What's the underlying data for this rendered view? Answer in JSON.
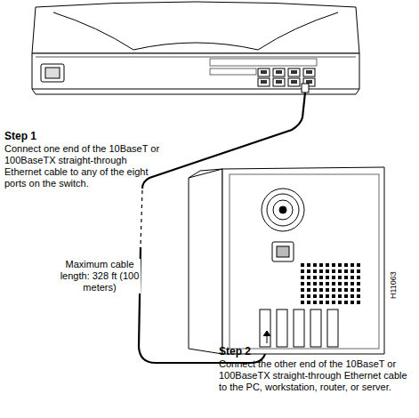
{
  "diagram": {
    "labels": [
      "Step 1",
      "Connect one end of the 10BaseT or 100BaseTX straight-through Ethernet cable to any of the eight ports on the switch.",
      "Maximum cable length: 328 ft (100 meters)",
      "Step 2",
      "Connect the other end of the 10BaseT or 100BaseTX straight-through Ethernet cable to the PC, workstation, router, or server.",
      "H11063"
    ]
  }
}
